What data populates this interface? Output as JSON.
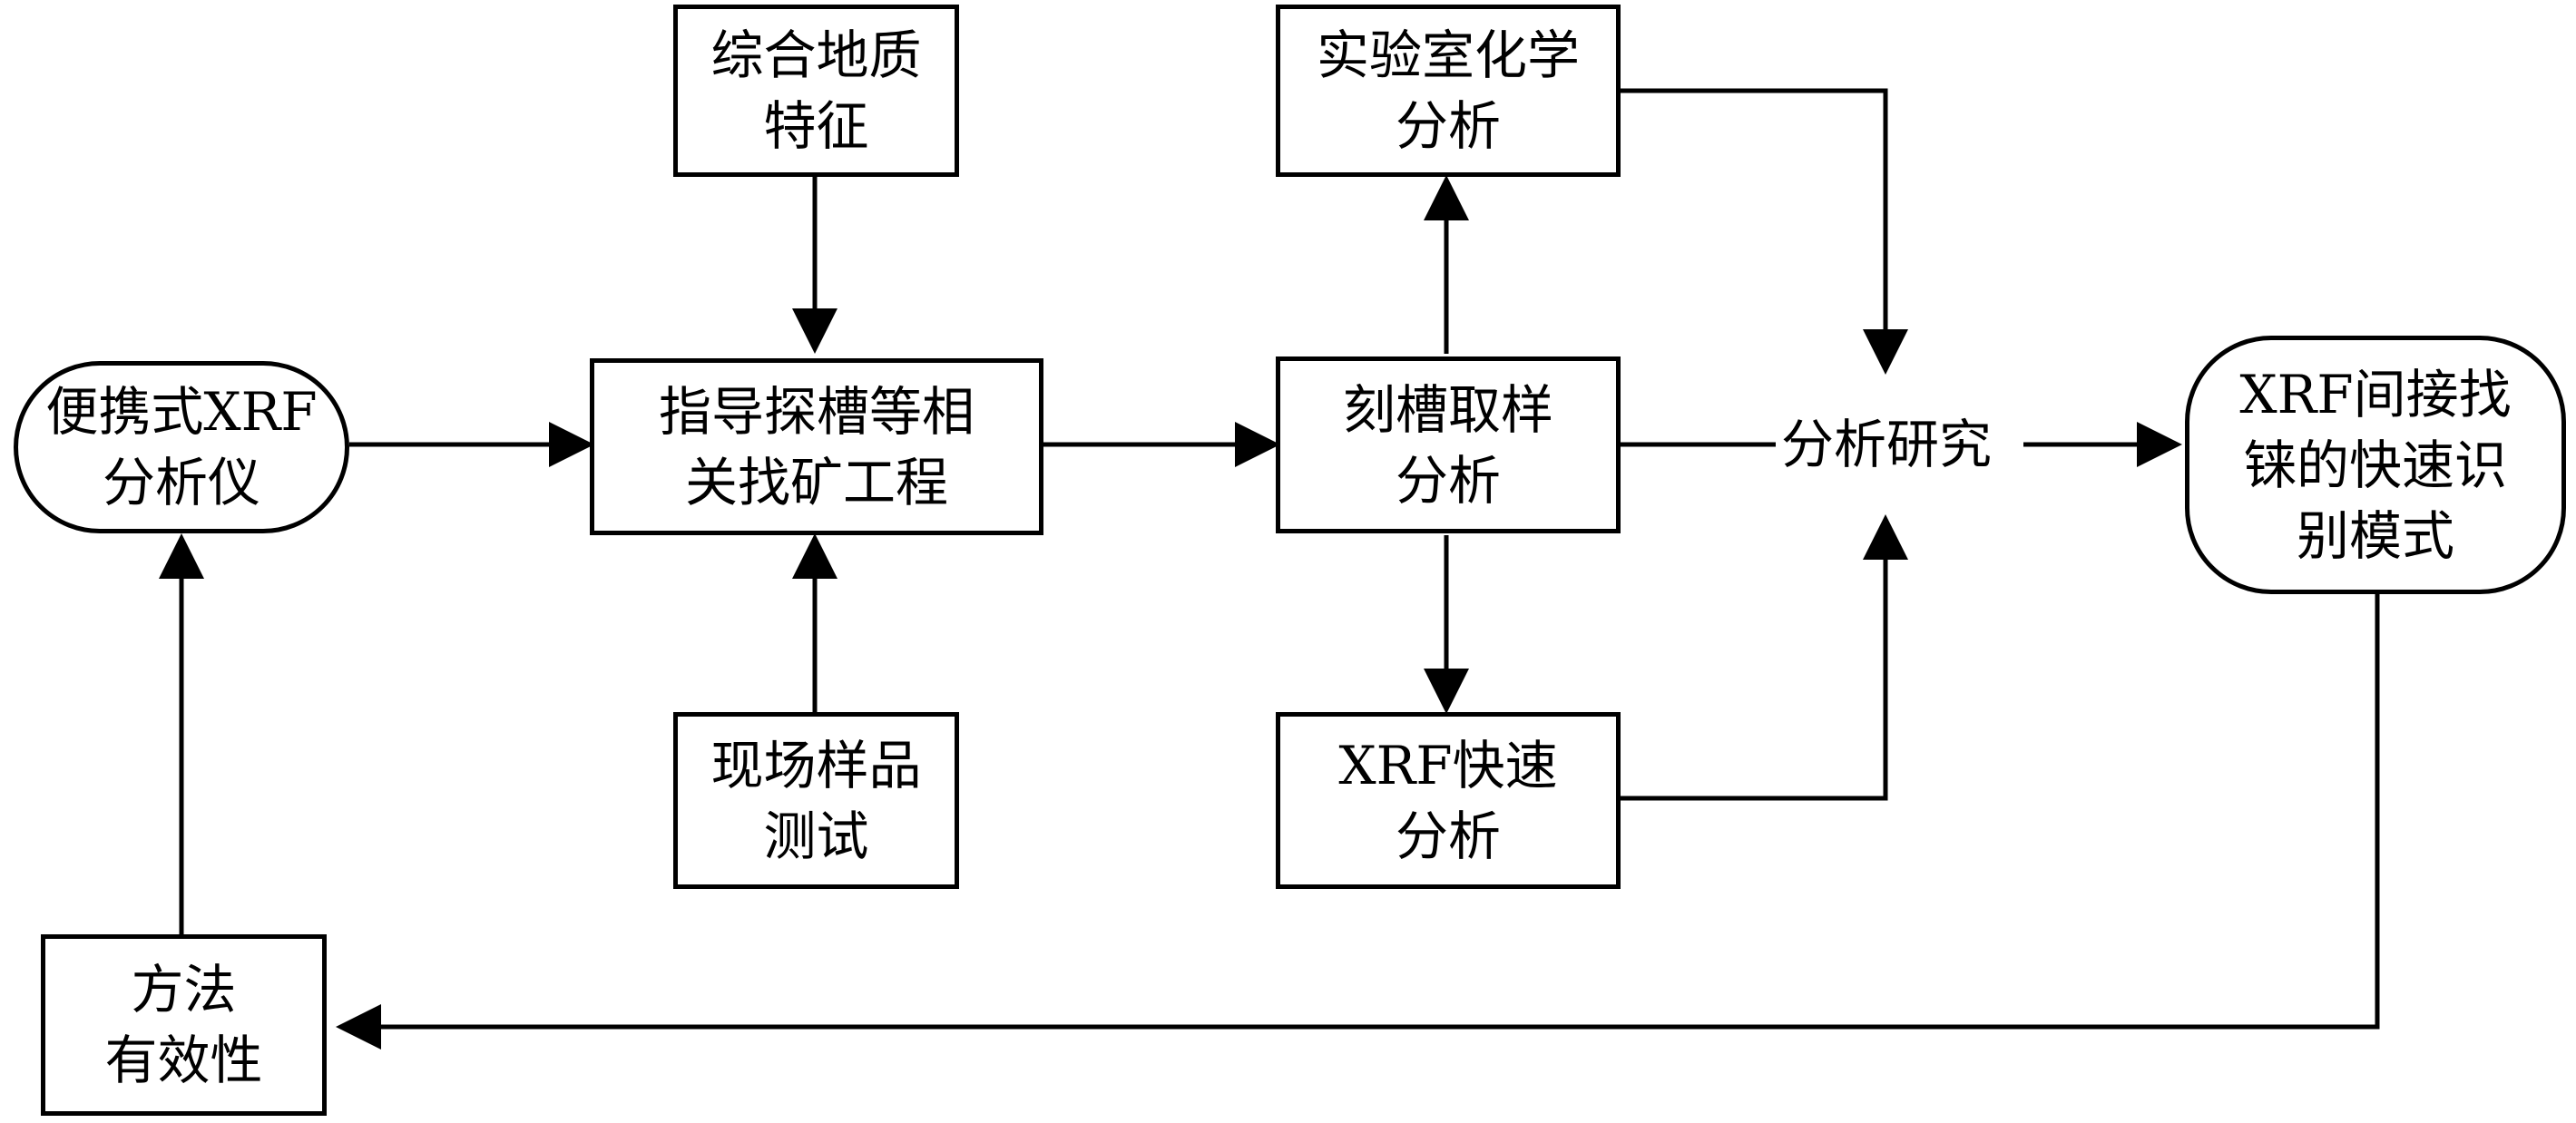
{
  "diagram": {
    "type": "flowchart",
    "nodes": {
      "portable_xrf": {
        "lines": [
          "便携式XRF",
          "分析仪"
        ],
        "shape": "terminal"
      },
      "geology": {
        "lines": [
          "综合地质",
          "特征"
        ],
        "shape": "process"
      },
      "guide": {
        "lines": [
          "指导探槽等相",
          "关找矿工程"
        ],
        "shape": "process"
      },
      "field": {
        "lines": [
          "现场样品",
          "测试"
        ],
        "shape": "process"
      },
      "lab": {
        "lines": [
          "实验室化学",
          "分析"
        ],
        "shape": "process"
      },
      "sampling": {
        "lines": [
          "刻槽取样",
          "分析"
        ],
        "shape": "process"
      },
      "xrf_fast": {
        "lines": [
          "XRF快速",
          "分析"
        ],
        "shape": "process"
      },
      "mode": {
        "lines": [
          "XRF间接找",
          "铼的快速识",
          "别模式"
        ],
        "shape": "terminal"
      },
      "validity": {
        "lines": [
          "方法",
          "有效性"
        ],
        "shape": "process"
      }
    },
    "junction_label": "分析研究",
    "edges": [
      {
        "from": "portable_xrf",
        "to": "guide"
      },
      {
        "from": "geology",
        "to": "guide"
      },
      {
        "from": "field",
        "to": "guide"
      },
      {
        "from": "guide",
        "to": "sampling"
      },
      {
        "from": "sampling",
        "to": "lab"
      },
      {
        "from": "sampling",
        "to": "xrf_fast"
      },
      {
        "from": "lab",
        "to": "junction"
      },
      {
        "from": "xrf_fast",
        "to": "junction"
      },
      {
        "from": "sampling",
        "to": "junction"
      },
      {
        "from": "junction",
        "to": "mode"
      },
      {
        "from": "mode",
        "to": "validity"
      },
      {
        "from": "validity",
        "to": "portable_xrf"
      }
    ],
    "colors": {
      "line": "#000000",
      "fill": "#ffffff"
    }
  }
}
